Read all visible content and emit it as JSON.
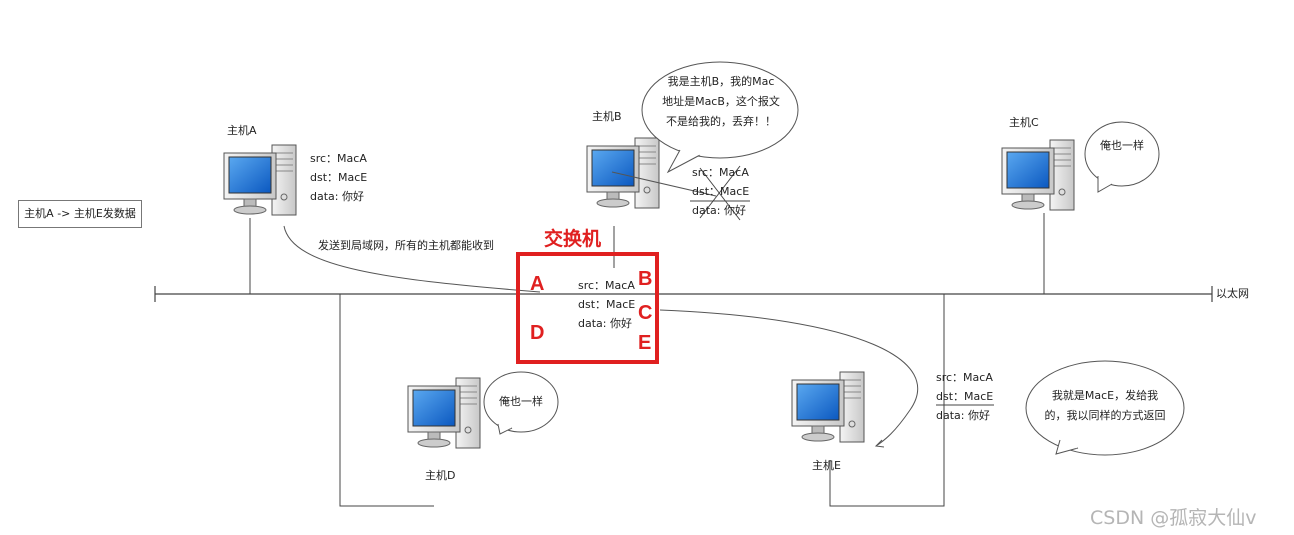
{
  "start_note": "主机A -> 主机E发数据",
  "ethernet_label": "以太网",
  "send_note": "发送到局域网，所有的主机都能收到",
  "switch": {
    "title": "交换机",
    "ports": {
      "a": "A",
      "b": "B",
      "c": "C",
      "d": "D",
      "e": "E"
    },
    "packet": {
      "src": "src：MacA",
      "dst": "dst：MacE",
      "data": "data: 你好"
    }
  },
  "hosts": {
    "a": {
      "label": "主机A",
      "packet": {
        "src": "src：MacA",
        "dst": "dst：MacE",
        "data": "data: 你好"
      }
    },
    "b": {
      "label": "主机B",
      "packet": {
        "src": "src：MacA",
        "dst": "dst：MacE",
        "data": "data: 你好"
      },
      "bubble": [
        "我是主机B，我的Mac",
        "地址是MacB，这个报文",
        "不是给我的，丢弃！！"
      ]
    },
    "c": {
      "label": "主机C",
      "bubble": [
        "俺也一样"
      ]
    },
    "d": {
      "label": "主机D",
      "bubble": [
        "俺也一样"
      ]
    },
    "e": {
      "label": "主机E",
      "packet": {
        "src": "src：MacA",
        "dst": "dst：MacE",
        "data": "data: 你好"
      },
      "bubble": [
        "我就是MacE，发给我",
        "的，我以同样的方式返回"
      ]
    }
  },
  "watermark": "CSDN @孤寂大仙v",
  "colors": {
    "switch_border": "#e02020",
    "screen": "#1e6fd0",
    "line": "#444444"
  }
}
